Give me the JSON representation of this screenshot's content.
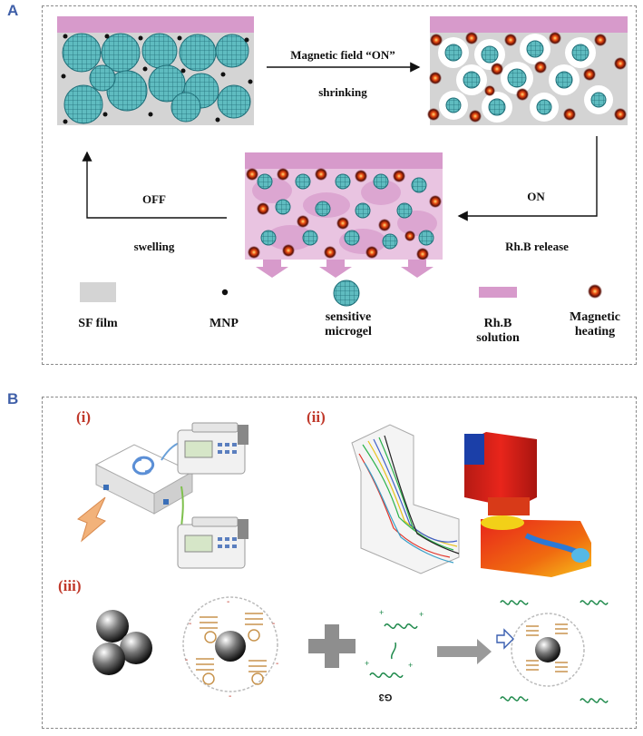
{
  "panel_a": {
    "letter": "A",
    "arrow_top": {
      "label": "Magnetic field “ON”",
      "sublabel": "shrinking"
    },
    "arrow_right": {
      "label": "ON",
      "sublabel": "Rh.B release"
    },
    "arrow_left": {
      "label": "OFF",
      "sublabel": "swelling"
    },
    "legend": [
      {
        "id": "sf",
        "label": "SF film"
      },
      {
        "id": "mnp",
        "label": "MNP"
      },
      {
        "id": "microgel",
        "label": "sensitive\nmicrogel"
      },
      {
        "id": "rhb",
        "label": "Rh.B\nsolution"
      },
      {
        "id": "heat",
        "label": "Magnetic\nheating"
      }
    ]
  },
  "panel_b": {
    "letter": "B",
    "sub_i": "(i)",
    "sub_ii": "(ii)",
    "sub_iii": "(iii)",
    "g3_label": "G3"
  },
  "colors": {
    "accent_blue": "#3f5fa8",
    "microgel": "#5fbcc0",
    "rhb": "#d79acb",
    "sf": "#d4d4d4",
    "sub_label_red": "#c0392b"
  }
}
